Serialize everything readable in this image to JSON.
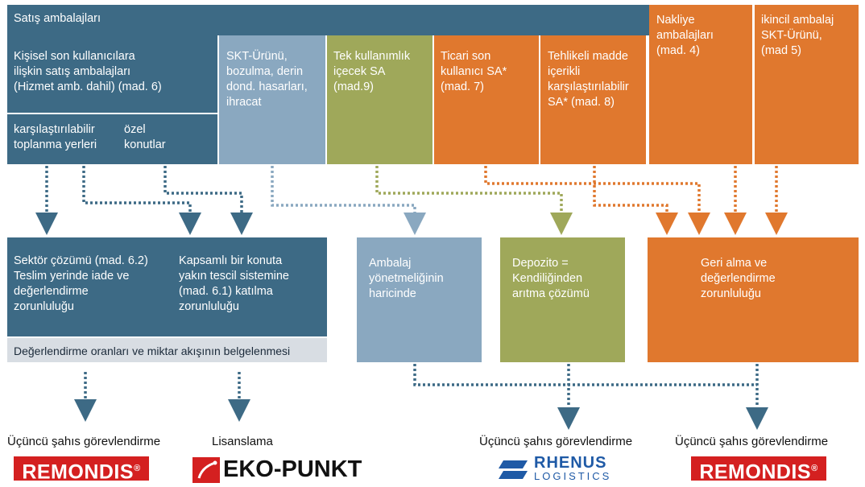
{
  "header": {
    "title": "Satış ambalajları"
  },
  "boxes": {
    "personal": "Kişisel son kullanıcılara\nilişkin satış ambalajları\n(Hizmet amb. dahil) (mad. 6)",
    "comparable": "karşılaştırılabilir\ntoplanma yerleri",
    "private": "özel\nkonutlar",
    "skt": "SKT-Ürünü,\nbozulma, derin\ndond. hasarları,\nihracat",
    "single_use": "Tek kullanımlık\niçecek SA\n(mad.9)",
    "commercial": "Ticari son\nkullanıcı SA*\n(mad. 7)",
    "hazardous": "Tehlikeli madde\niçerikli\nkarşılaştırılabilir\nSA* (mad. 8)",
    "transport": "Nakliye\nambalajları\n(mad. 4)",
    "secondary": "ikincil ambalaj\nSKT-Ürünü,\n(mad 5)",
    "sector": "Sektör çözümü (mad. 6.2)\nTeslim yerinde iade ve\ndeğerlendirme\nzorunluluğu",
    "comprehensive": "Kapsamlı bir konuta\nyakın tescil sistemine\n(mad. 6.1) katılma\nzorunluluğu",
    "documentation": "Değerlendirme oranları ve miktar akışının belgelenmesi",
    "outside": "Ambalaj\nyönetmeliğinin\nharicinde",
    "deposit": "Depozito =\nKendiliğinden\narıtma çözümü",
    "takeback": "Geri alma ve\ndeğerlendirme\nzorunluluğu"
  },
  "bottom_labels": {
    "l1": "Üçüncü şahıs görevlendirme",
    "l2": "Lisanslama",
    "l3": "Üçüncü şahıs görevlendirme",
    "l4": "Üçüncü şahıs görevlendirme"
  },
  "logos": {
    "remondis1": "REMONDIS",
    "ekopunkt": "EKO-PUNKT",
    "rhenus_top": "RHENUS",
    "rhenus_bottom": "LOGISTICS",
    "remondis2": "REMONDIS",
    "registered": "®"
  },
  "colors": {
    "blue": "#3d6a85",
    "light_blue": "#8aa8c0",
    "green": "#9fa85a",
    "orange": "#e0782e",
    "grey": "#d8dde3",
    "remondis_red": "#d42020",
    "rhenus_blue": "#1f5aa6"
  }
}
